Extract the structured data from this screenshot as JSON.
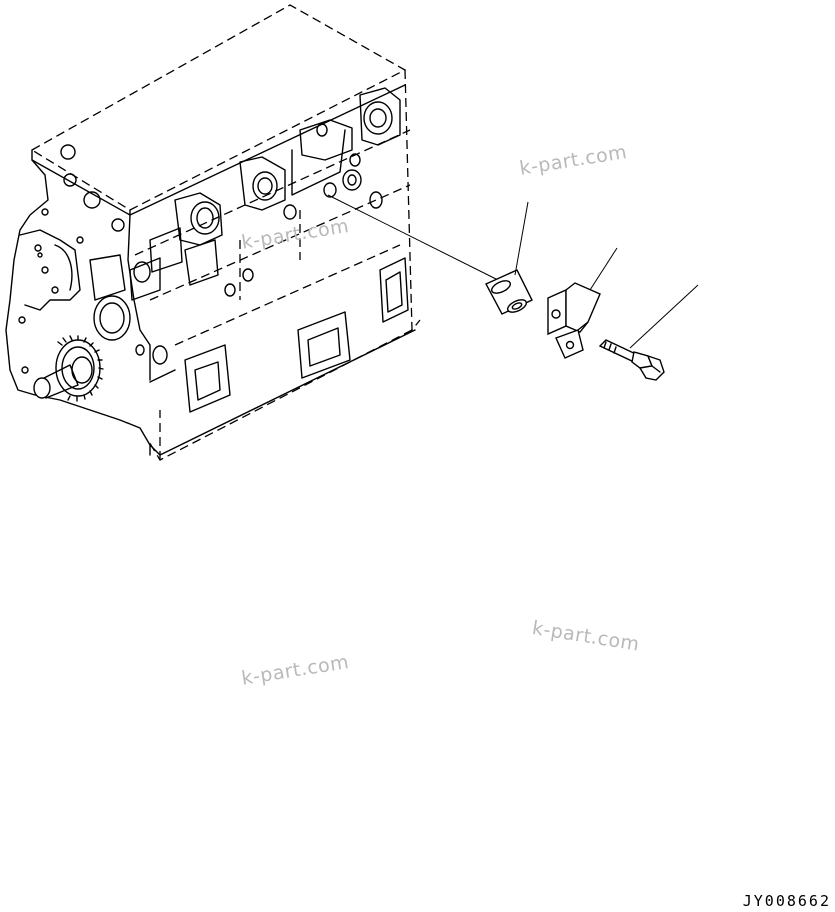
{
  "watermarks": [
    "k-part.com",
    "k-part.com",
    "k-part.com",
    "k-part.com"
  ],
  "figure_number": "JY008662"
}
